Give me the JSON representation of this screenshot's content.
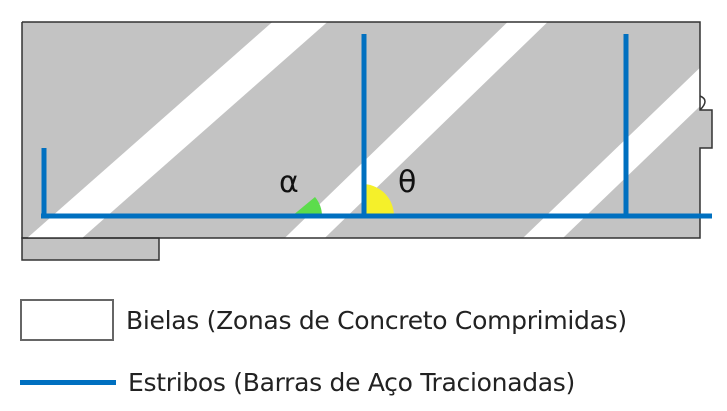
{
  "diagram": {
    "angle_alpha": "α",
    "angle_theta": "θ"
  },
  "legend": {
    "struts_label": "Bielas (Zonas de Concreto Comprimidas)",
    "stirrups_label": "Estribos (Barras de Aço Tracionadas)"
  },
  "colors": {
    "concrete": "#c3c3c3",
    "steel": "#0070C0",
    "alpha_arc": "#5cdc4c",
    "theta_arc": "#f5f02a"
  }
}
